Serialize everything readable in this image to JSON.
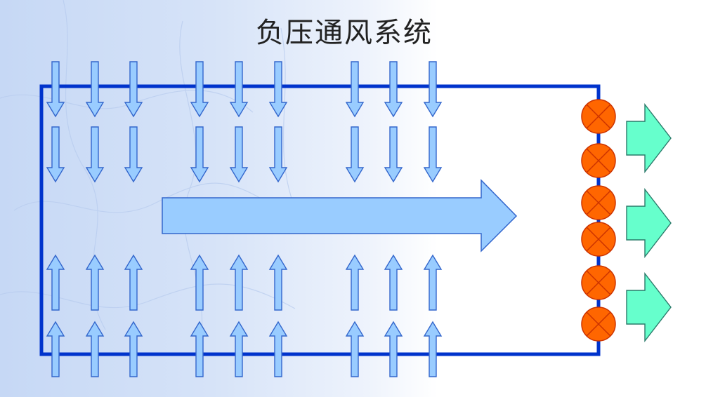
{
  "slide": {
    "title": "负压通风系统"
  },
  "colors": {
    "background_top_left": "#c9daf6",
    "background_mid": "#e4ecfa",
    "background_right": "#ffffff",
    "house_outline": "#0033cc",
    "airflow_arrow_fill": "#99ccff",
    "airflow_arrow_stroke": "#3366cc",
    "fan_fill": "#ff6600",
    "fan_stroke": "#cc3300",
    "exhaust_arrow_fill": "#66ffcc",
    "exhaust_arrow_stroke": "#2a7a6a"
  },
  "diagram": {
    "inlet_columns": 9,
    "fans": 6,
    "exhaust_arrows": 3
  }
}
